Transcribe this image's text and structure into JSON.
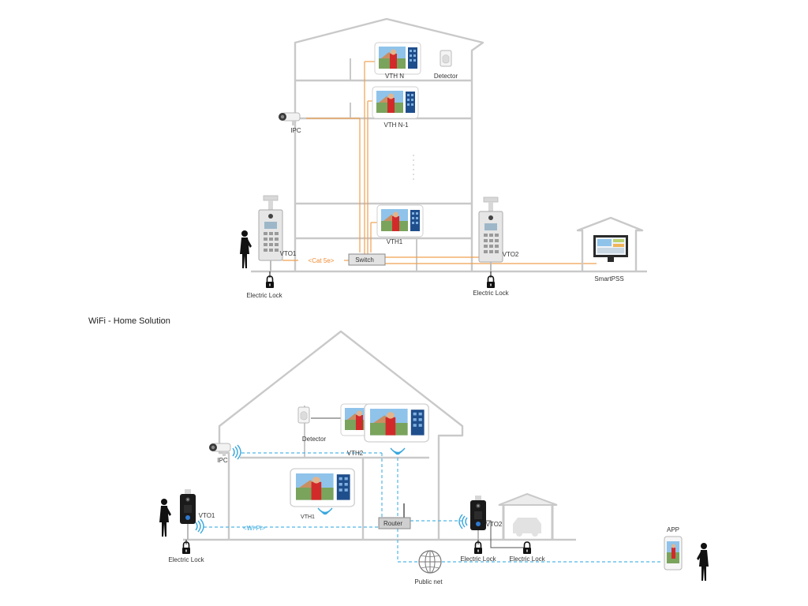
{
  "top_diagram": {
    "labels": {
      "vth_n": "VTH N",
      "detector": "Detector",
      "vth_n_1": "VTH N-1",
      "ipc": "IPC",
      "vth1": "VTH1",
      "vto1": "VTO1",
      "vto2": "VTO2",
      "cat5e": "<Cat 5e>",
      "switch": "Switch",
      "electric_lock_1": "Electric Lock",
      "electric_lock_2": "Electric Lock",
      "smartpss": "SmartPSS"
    }
  },
  "section_title": "WiFi - Home Solution",
  "bottom_diagram": {
    "labels": {
      "detector": "Detector",
      "ipc": "IPC",
      "vth2": "VTH2",
      "vth1": "VTH1",
      "vto1": "VTO1",
      "wifi": "<Wi-Fi>",
      "router": "Router",
      "vto2": "VTO2",
      "electric_lock_1": "Electric Lock",
      "electric_lock_2": "Electric Lock",
      "electric_lock_3": "Electric Lock",
      "public_net": "Public net",
      "app": "APP"
    }
  },
  "colors": {
    "cable": "#f0a050",
    "wifi": "#52b6e6",
    "structure": "#c9c9c9",
    "device_dark": "#1a1a1a",
    "screen_sky": "#8fc3ea",
    "screen_person": "#d22a2a"
  }
}
